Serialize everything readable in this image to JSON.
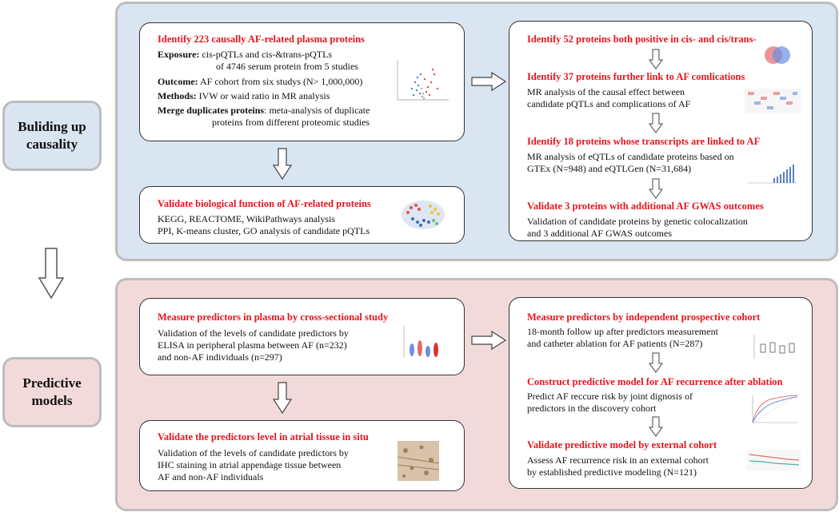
{
  "side_labels": {
    "causality_line1": "Buliding up",
    "causality_line2": "causality",
    "predictive_line1": "Predictive",
    "predictive_line2": "models"
  },
  "causality": {
    "box1": {
      "heading": "Identify 223 causally AF-related plasma proteins",
      "exposure_label": "Exposure:",
      "exposure_text1": " cis-pQTLs and cis-&trans-pQTLs",
      "exposure_text2": "of 4746 serum protein from 5 studies",
      "outcome_label": "Outcome:",
      "outcome_text": " AF cohort from six studys (N> 1,000,000)",
      "methods_label": "Methods:",
      "methods_text": " IVW or waid ratio in MR analysis",
      "merge_label": "Merge duplicates proteins",
      "merge_text1": ": meta-analysis of duplicate",
      "merge_text2": "proteins from different proteomic studies"
    },
    "box2": {
      "heading": "Validate biological function of AF-related proteins",
      "line1": "KEGG, REACTOME, WikiPathways analysis",
      "line2": "PPI, K-means cluster, GO analysis of candidate pQTLs"
    },
    "box3": {
      "h1": "Identify 52 proteins both positive in cis- and cis/trans-",
      "h2": "Identify 37 proteins further link to AF comlications",
      "t2a": "MR analysis of the causal effect between",
      "t2b": "candidate pQTLs and complications of AF",
      "h3": "Identify 18 proteins whose transcripts are linked to AF",
      "t3a": "MR analysis of eQTLs of candidate proteins based on",
      "t3b": "GTEx (N=948) and eQTLGen (N=31,684)",
      "h4": "Validate 3 proteins with additional AF GWAS outcomes",
      "t4a": "Validation of candidate proteins by genetic colocalization",
      "t4b": "and 3 additional AF GWAS outcomes"
    }
  },
  "predictive": {
    "box4": {
      "heading": "Measure predictors in plasma by cross-sectional study",
      "line1": "Validation of the levels of candidate predictors by",
      "line2": "ELISA in peripheral plasma between AF (n=232)",
      "line3": "and non-AF individuals (n=297)"
    },
    "box5": {
      "heading": "Validate the predictors level in atrial tissue in situ",
      "line1": "Validation of the levels of candidate predictors by",
      "line2": "IHC staining in atrial appendage tissue between",
      "line3": "AF and non-AF individuals"
    },
    "box6": {
      "h1": "Measure predictors by independent prospective cohort",
      "t1a": "18-month follow up after predictors measurement",
      "t1b": "and catheter ablation for AF patients (N=287)",
      "h2": "Construct predictive model for AF recurrence after ablation",
      "t2a": "Predict AF reccure risk by joint dignosis of",
      "t2b": "predictors in the discovery cohort",
      "h3": "Validate predictive model by external cohort",
      "t3a": "Assess AF recurrence risk in an external cohort",
      "t3b": "by established predictive modeling (N=121)"
    }
  },
  "colors": {
    "heading_red": "#e8141c",
    "blue_panel": "#d9e5f1",
    "pink_panel": "#f2dadb",
    "border_gray": "#bdbdbd"
  }
}
